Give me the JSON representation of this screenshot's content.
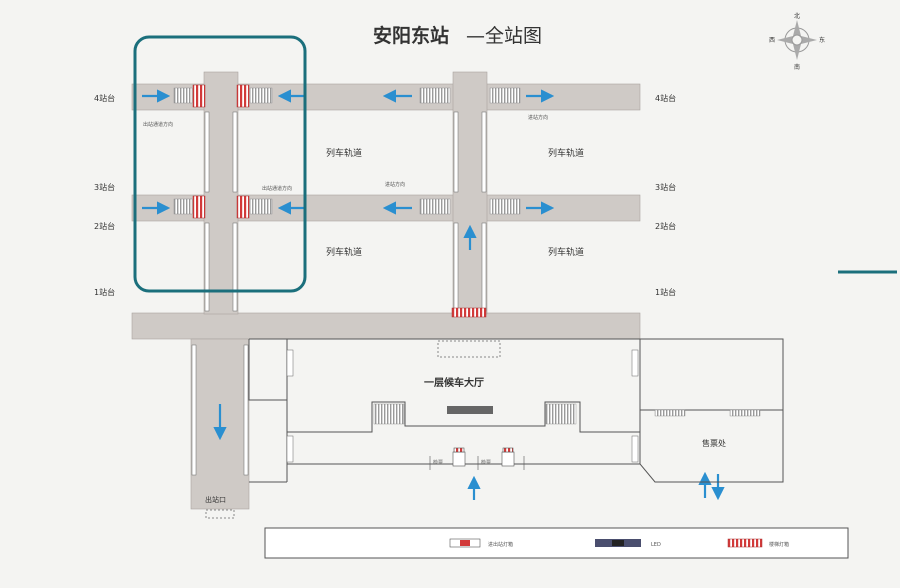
{
  "title": {
    "station": "安阳东站",
    "suffix": "—全站图"
  },
  "compass": {
    "north": "北",
    "south": "南",
    "west": "西",
    "east": "东"
  },
  "platforms": {
    "p4": "4站台",
    "p3": "3站台",
    "p2": "2站台",
    "p1": "1站台"
  },
  "tracks": {
    "track_label": "列车轨道"
  },
  "directions": {
    "exit_passage": "出站通道方向",
    "enter_station": "进站方向"
  },
  "hall": {
    "title": "一层候车大厅",
    "ticket_office": "售票处",
    "gate_text": "检票",
    "exit": "出站口"
  },
  "legend": {
    "item1": "进出站灯箱",
    "item2": "LED",
    "item3": "楼梯灯箱"
  },
  "colors": {
    "title_red": "#d32f2f",
    "arrow_blue": "#2a8fd0",
    "teal_highlight": "#1b6f7c",
    "platform_gray": "#cfcac6",
    "stripe_red": "#d23a3a"
  }
}
